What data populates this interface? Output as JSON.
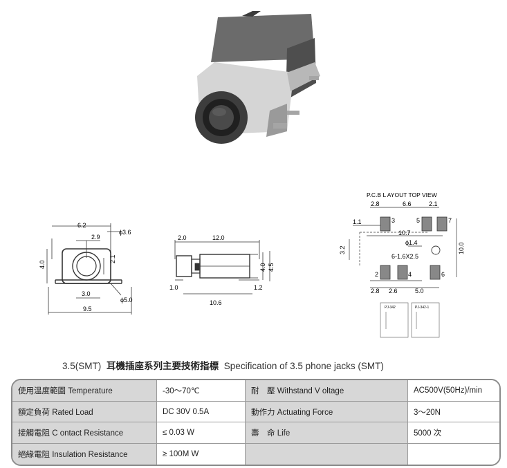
{
  "drawings": {
    "dim_labels": {
      "front_width": "6.2",
      "front_hole_dia": "ϕ3.6",
      "front_inner": "2.9",
      "front_height": "4.0",
      "front_side": "2.1",
      "front_bottom_inner": "3.0",
      "front_bottom_dia": "ϕ5.0",
      "front_total_width": "9.5",
      "side_top_left": "2.0",
      "side_length": "12.0",
      "side_height_small": "4.0",
      "side_height_large": "4.5",
      "side_bottom_left": "1.0",
      "side_bottom_right": "1.2",
      "side_bottom_length": "10.6"
    },
    "pcb": {
      "title": "P.C.B L AYOUT TOP VIEW",
      "top_dims": [
        "2.8",
        "6.6",
        "2.1"
      ],
      "left_dim": "1.1",
      "span": "10.7",
      "hole_dia": "ϕ1.4",
      "left_height": "3.2",
      "slot": "6-1.6X2.5",
      "right_height": "10.0",
      "bottom_dims": [
        "2.8",
        "2.6",
        "5.0"
      ],
      "pad_numbers": [
        "3",
        "5",
        "7",
        "2",
        "4",
        "6"
      ],
      "schematic_labels": [
        "PJ-342",
        "PJ-342-1"
      ]
    }
  },
  "title": {
    "prefix": "3.5(SMT)",
    "zh": "耳機插座系列主要技術指標",
    "en": "Specification of 3.5 phone jacks (SMT)"
  },
  "spec_rows": [
    {
      "label": "使用温度範圍 Temperature",
      "value": "-30～70℃",
      "label2": "耐　壓  Withstand V oltage",
      "value2": "AC500V(50Hz)/min"
    },
    {
      "label": "額定負荷  Rated Load",
      "value": "DC  30V  0.5A",
      "label2": "動作力  Actuating Force",
      "value2": "3～20N"
    },
    {
      "label": "接觸電阻  C ontact Resistance",
      "value": "≤ 0.03 W",
      "label2": "壽　命  Life",
      "value2": "5000 次"
    },
    {
      "label": "絕緣電阻  Insulation Resistance",
      "value": "≥ 100M W",
      "label2": "",
      "value2": ""
    }
  ]
}
